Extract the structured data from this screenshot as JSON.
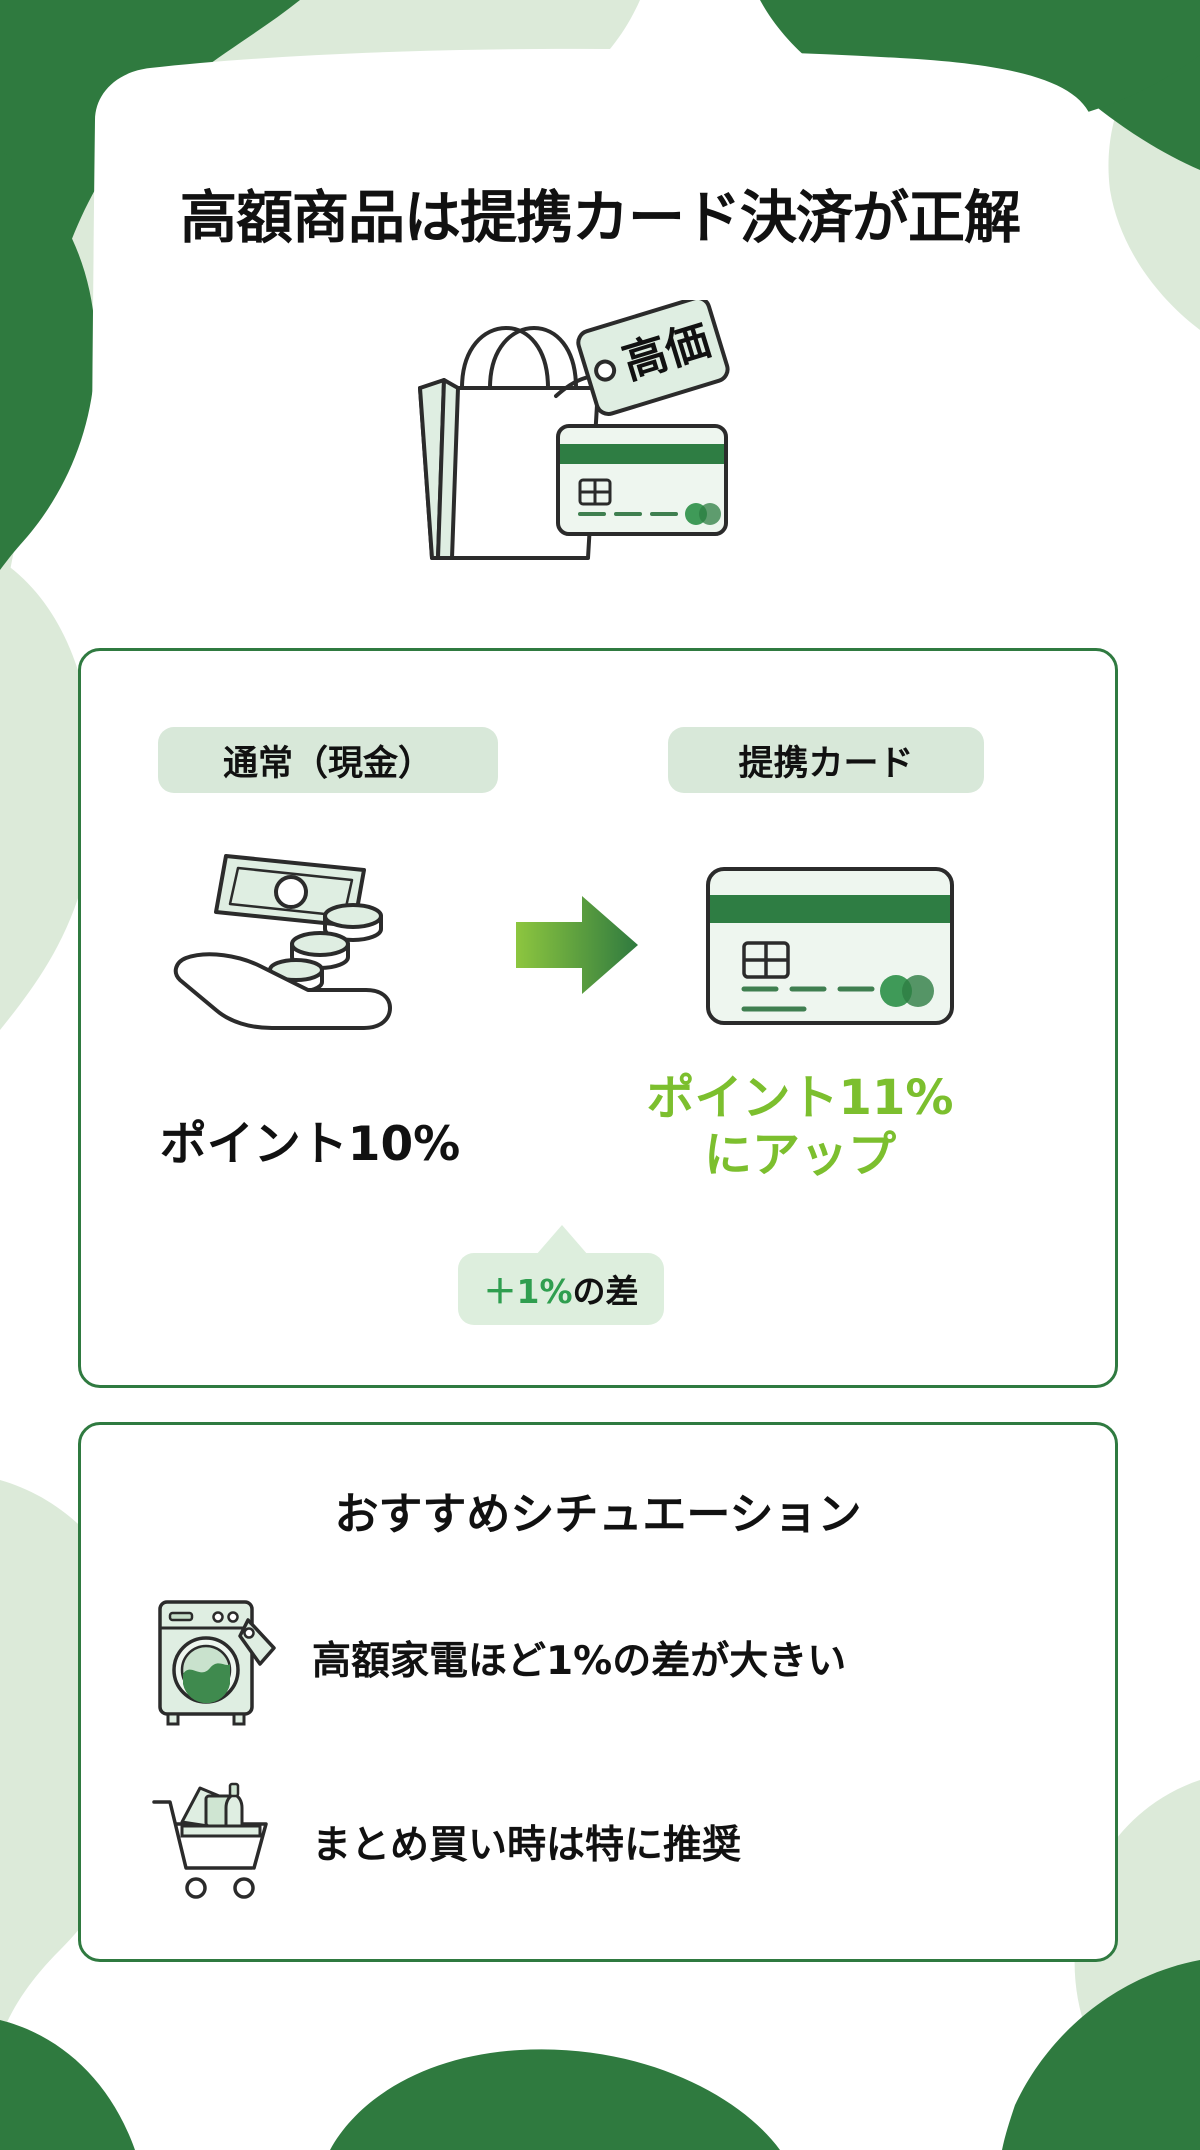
{
  "theme": {
    "bg_white": "#ffffff",
    "blob_dark_green": "#2f7a3f",
    "blob_light_green": "#dcead9",
    "panel_border_green": "#2f7a40",
    "chip_bg": "#d8e8d9",
    "accent_bright_green": "#7cbf2e",
    "accent_deep_green": "#2f9e4f",
    "text_dark": "#111111",
    "illustration_fill": "#dfeee2",
    "illustration_stroke": "#2b2b2b",
    "card_stripe_green": "#2e7d43"
  },
  "header": {
    "title": "高額商品は提携カード決済が正解"
  },
  "hero": {
    "icons": [
      "shopping-bag-icon",
      "price-tag-icon",
      "credit-card-icon"
    ],
    "price_tag_label": "高価"
  },
  "compare": {
    "columns": [
      {
        "header": "通常（現金）",
        "icon": "cash-in-hand-icon",
        "result": "ポイント10%",
        "result_color": "#111111"
      },
      {
        "header": "提携カード",
        "icon": "credit-card-icon",
        "result_line1": "ポイント11%",
        "result_line2": "にアップ",
        "result_color": "#7cbf2e"
      }
    ],
    "arrow_icon": "right-arrow-icon",
    "difference_badge": {
      "highlight": "＋1%",
      "rest": "の差"
    }
  },
  "situation": {
    "title": "おすすめシチュエーション",
    "items": [
      {
        "icon": "washing-machine-icon",
        "text": "高額家電ほど1%の差が大きい"
      },
      {
        "icon": "shopping-cart-icon",
        "text": "まとめ買い時は特に推奨"
      }
    ]
  }
}
